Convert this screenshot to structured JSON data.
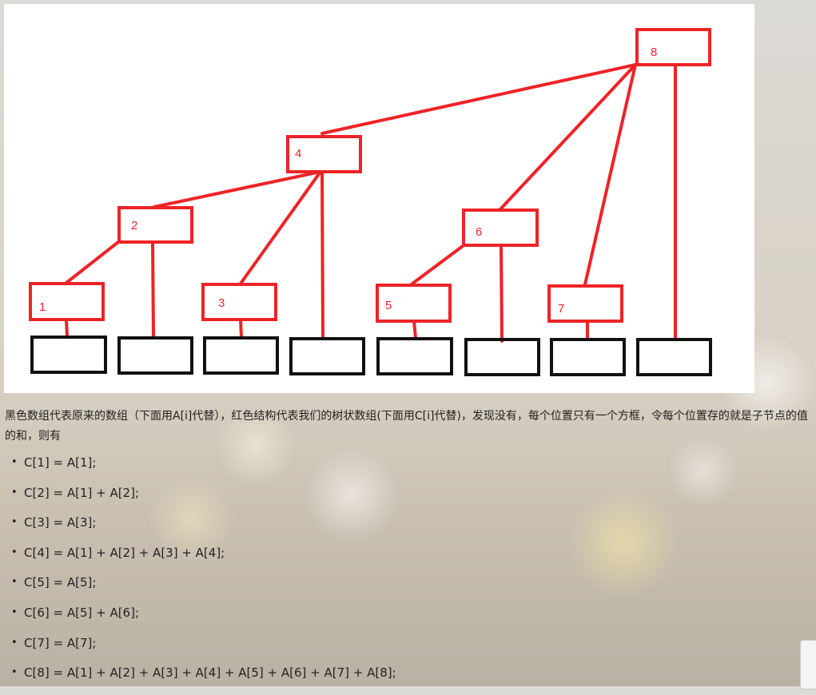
{
  "diagram": {
    "array_boxes": 8,
    "nodes": [
      "1",
      "2",
      "3",
      "4",
      "5",
      "6",
      "7",
      "8"
    ],
    "colors": {
      "tree": "#ee2327",
      "array": "#000000"
    }
  },
  "article": {
    "intro": "黑色数组代表原来的数组（下面用A[i]代替），红色结构代表我们的树状数组(下面用C[i]代替)，发现没有，每个位置只有一个方框，令每个位置存的就是子节点的值的和，则有",
    "formulas": [
      "C[1] = A[1];",
      "C[2] = A[1] + A[2];",
      "C[3] = A[3];",
      "C[4] = A[1] + A[2] + A[3] + A[4];",
      "C[5] = A[5];",
      "C[6] = A[5] + A[6];",
      "C[7] = A[7];",
      "C[8] = A[1] + A[2] + A[3] + A[4] + A[5] + A[6] + A[7] + A[8];"
    ]
  }
}
